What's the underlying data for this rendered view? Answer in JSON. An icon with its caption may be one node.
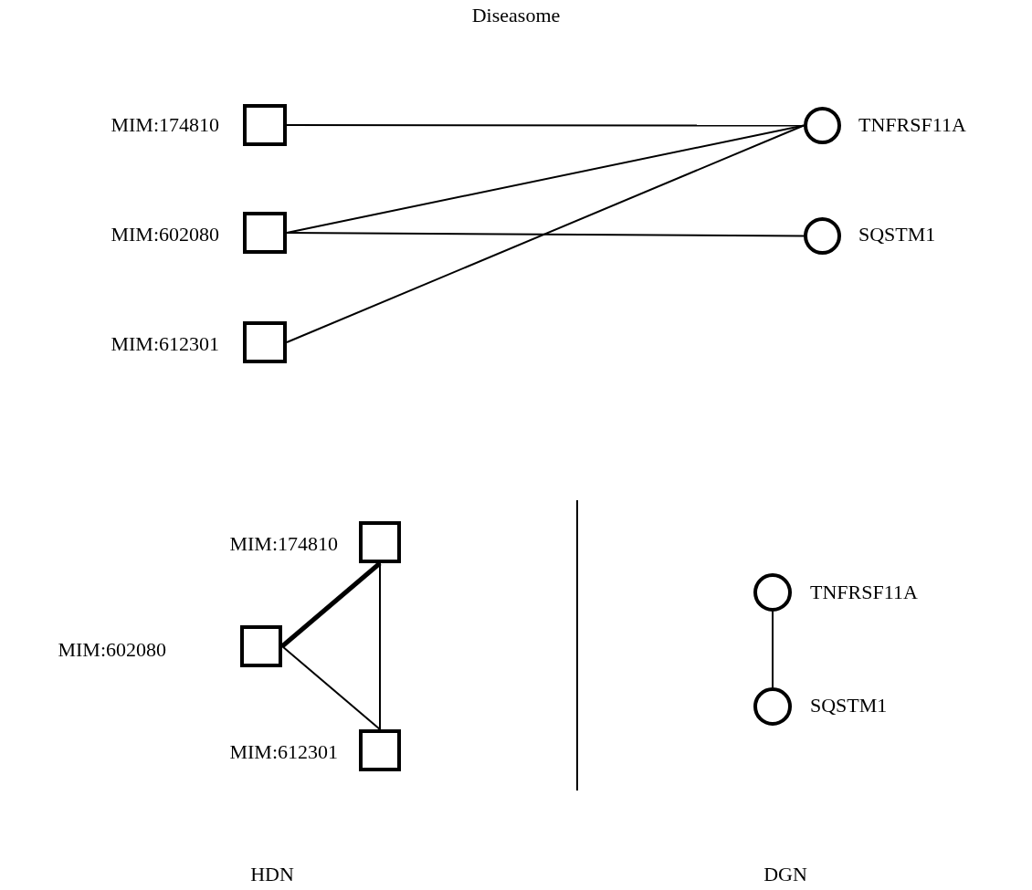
{
  "diagram": {
    "title": "Diseasome",
    "nodes": [
      {
        "text": [],
        "shape": "box",
        "beside": [
          "MIM:174810"
        ]
      },
      {
        "text": [],
        "shape": "box",
        "beside": [
          "MIM:602080"
        ]
      },
      {
        "text": [],
        "shape": "box",
        "beside": [
          "MIM:612301"
        ]
      },
      {
        "text": [],
        "shape": "circle",
        "beside": [
          "TNFRSF11A"
        ]
      },
      {
        "text": [],
        "shape": "circle",
        "beside": [
          "SQSTM1"
        ]
      },
      {
        "text": [],
        "shape": "box",
        "beside": [
          "MIM:174810"
        ]
      },
      {
        "text": [],
        "shape": "box",
        "beside": [
          "MIM:602080"
        ]
      },
      {
        "text": [],
        "shape": "box",
        "beside": [
          "MIM:612301"
        ]
      },
      {
        "text": [],
        "shape": "circle",
        "beside": [
          "TNFRSF11A"
        ]
      },
      {
        "text": [],
        "shape": "circle",
        "beside": [
          "SQSTM1"
        ]
      }
    ],
    "edges": [
      {
        "from": 0,
        "to": 3,
        "arrow": "none"
      },
      {
        "from": 1,
        "to": 3,
        "arrow": "none"
      },
      {
        "from": 1,
        "to": 4,
        "arrow": "none"
      },
      {
        "from": 2,
        "to": 3,
        "arrow": "none"
      },
      {
        "from": 5,
        "to": 6,
        "arrow": "none",
        "style": "thick"
      },
      {
        "from": 5,
        "to": 7,
        "arrow": "none"
      },
      {
        "from": 6,
        "to": 7,
        "arrow": "none"
      },
      {
        "from": 8,
        "to": 9,
        "arrow": "none"
      }
    ],
    "labels": [
      "HDN",
      "DGN"
    ]
  }
}
